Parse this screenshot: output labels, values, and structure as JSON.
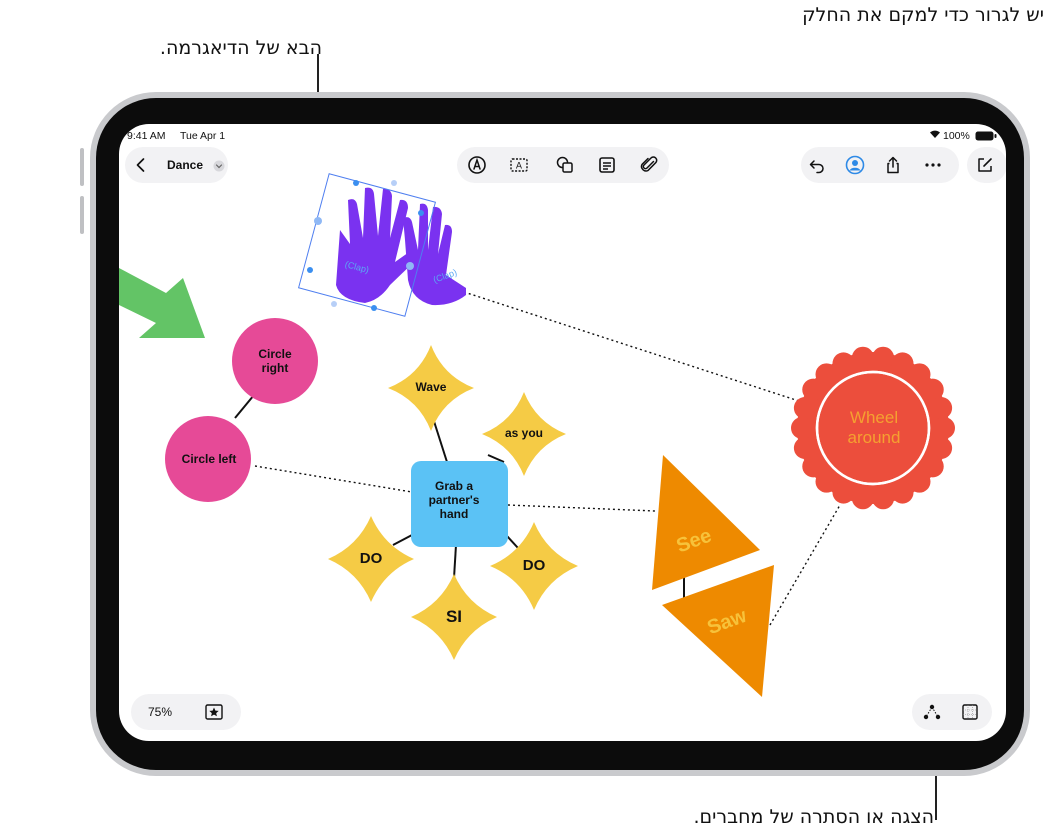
{
  "callouts": {
    "drag_line1": "יש לגרור כדי למקם את החלק",
    "drag_line2": "הבא של הדיאגרמה.",
    "connectors": "הצגה או הסתרה של מחברים."
  },
  "status_bar": {
    "time": "9:41 AM",
    "date": "Tue Apr 1",
    "battery": "100%"
  },
  "board": {
    "title": "Dance",
    "zoom": "75%"
  },
  "toolbar_center": [
    "pen-icon",
    "text-box-icon",
    "shapes-icon",
    "sticky-note-icon",
    "attachment-icon"
  ],
  "toolbar_right": [
    "undo-icon",
    "collaborate-icon",
    "share-icon",
    "more-icon",
    "new-board-icon"
  ],
  "shapes": {
    "circle_right": "Circle right",
    "circle_left": "Circle left",
    "wave": "Wave",
    "as_you": "as you",
    "grab": "Grab a partner's hand",
    "do_left": "DO",
    "do_right": "DO",
    "si": "SI",
    "see": "See",
    "saw": "Saw",
    "wheel": "Wheel around",
    "clap_left": "(Clap)",
    "clap_right": "(Clap)"
  },
  "colors": {
    "pink": "#e64a97",
    "yellow": "#f5cb45",
    "blue": "#5bc2f5",
    "orange": "#ee8a00",
    "red": "#ec4e3c",
    "purple": "#7a32f0",
    "green": "#63c466",
    "accent": "#2e8ae6"
  }
}
